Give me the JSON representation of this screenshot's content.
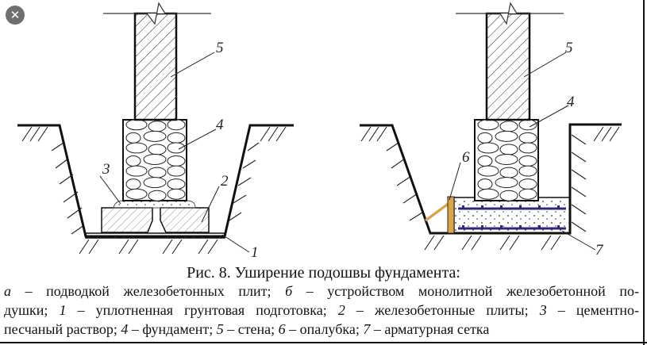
{
  "viewer": {
    "close_icon": "close-icon"
  },
  "figure": {
    "left_labels": {
      "l5": "5",
      "l4": "4",
      "l3": "3",
      "l2": "2",
      "l1": "1"
    },
    "right_labels": {
      "l5": "5",
      "l4": "4",
      "l6": "6",
      "l7": "7"
    },
    "colors": {
      "formwork": "#d9a54a",
      "rebar": "#2b2a78",
      "line": "#111111"
    }
  },
  "caption": {
    "title": "Рис. 8.  Уширение подошвы фундамента:",
    "line1": [
      "а",
      " – подводкой железобетонных плит; ",
      "б",
      " – устройством монолитной железобетонной по-"
    ],
    "line2": [
      "душки; ",
      "1",
      " – уплотненная грунтовая подготовка; ",
      "2",
      " – железобетонные плиты; ",
      "3",
      " – цементно-"
    ],
    "line3": [
      "песчаный раствор; ",
      "4",
      " – фундамент; ",
      "5",
      " – стена; ",
      "6",
      " – опалубка; ",
      "7",
      " – арматурная сетка"
    ]
  }
}
